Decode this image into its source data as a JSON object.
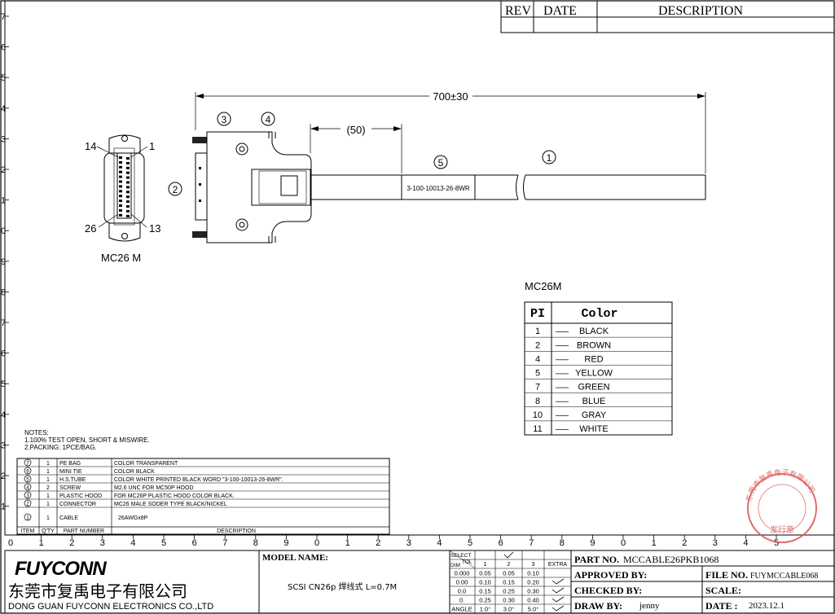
{
  "revision_block": {
    "rev": "REV",
    "date": "DATE",
    "description": "DESCRIPTION"
  },
  "border": {
    "left_ruler": [
      "7",
      "6",
      "5",
      "4",
      "3",
      "2",
      "1",
      "0",
      "9",
      "8",
      "7",
      "6",
      "5",
      "4",
      "3",
      "2",
      "1"
    ],
    "bottom_ruler": [
      "0",
      "1",
      "2",
      "3",
      "4",
      "5",
      "6",
      "7",
      "8",
      "9",
      "0",
      "1",
      "2",
      "3",
      "4",
      "5",
      "6",
      "7",
      "8",
      "9",
      "0",
      "1",
      "2",
      "3",
      "4",
      "5"
    ]
  },
  "connector_view": {
    "pin_top_left": "14",
    "pin_top_right": "1",
    "pin_bottom_left": "26",
    "pin_bottom_right": "13",
    "label": "MC26 M",
    "balloon": "2"
  },
  "cable_drawing": {
    "overall_length": "700±30",
    "strip_length": "(50)",
    "tube_print": "3-100-10013-26-8WR",
    "balloons": {
      "hood": "3",
      "screw": "4",
      "tube": "5",
      "cable": "1"
    }
  },
  "pin_table": {
    "title": "MC26M",
    "headers": [
      "PI",
      "Color"
    ],
    "rows": [
      {
        "pin": "1",
        "color": "BLACK"
      },
      {
        "pin": "2",
        "color": "BROWN"
      },
      {
        "pin": "4",
        "color": "RED"
      },
      {
        "pin": "5",
        "color": "YELLOW"
      },
      {
        "pin": "7",
        "color": "GREEN"
      },
      {
        "pin": "8",
        "color": "BLUE"
      },
      {
        "pin": "10",
        "color": "GRAY"
      },
      {
        "pin": "11",
        "color": "WHITE"
      }
    ]
  },
  "notes": {
    "title": "NOTES:",
    "lines": [
      "1.100% TEST OPEN, SHORT & MISWIRE.",
      "2.PACKING: 1PCE/BAG."
    ]
  },
  "bom": {
    "headers": {
      "item": "ITEM",
      "qty": "Q'TY",
      "part": "PART NUMBER",
      "desc": "DESCRIPTION"
    },
    "rows": [
      {
        "item": "7",
        "qty": "1",
        "part": "PE BAG",
        "desc": "COLOR TRANSPARENT"
      },
      {
        "item": "6",
        "qty": "1",
        "part": "MINI TIE",
        "desc": "COLOR BLACK"
      },
      {
        "item": "5",
        "qty": "1",
        "part": "H.S.TUBE",
        "desc": "COLOR WHITE PRINTED BLACK WORD \"3-100-10013-26-8WR\"."
      },
      {
        "item": "4",
        "qty": "2",
        "part": "SCREW",
        "desc": "M2.6 UNC FOR MC50P HOOD"
      },
      {
        "item": "3",
        "qty": "1",
        "part": "PLASTIC HOOD",
        "desc": "FOR MC26P PLASTIC HOOD COLOR BLACK."
      },
      {
        "item": "2",
        "qty": "1",
        "part": "CONNECTOR",
        "desc": "MC26 MALE SODER TYPE BLACK/NICKEL"
      },
      {
        "item": "1",
        "qty": "1",
        "part": "CABLE",
        "desc": "26AWGx8P"
      }
    ]
  },
  "stamp": {
    "ring_text": "东莞市复禹电子有限公司",
    "center_text": "发行章",
    "color": "#d9534f"
  },
  "title_block": {
    "logo": "FUYCONN",
    "company_cn": "东莞市复禹电子有限公司",
    "company_en": "DONG GUAN FUYCONN ELECTRONICS CO.,LTD",
    "model_label": "MODEL NAME:",
    "model_value": "SCSI  CN26p 焊线式     L=0.7M",
    "tol": {
      "select": "SELECT",
      "tol": "TOL",
      "dim": "DIM",
      "cols": [
        "1",
        "2",
        "3",
        "EXTRA"
      ],
      "rows": [
        {
          "dim": "0.000",
          "vals": [
            "0.05",
            "0.05",
            "0.10"
          ],
          "check": false
        },
        {
          "dim": "0.00",
          "vals": [
            "0.10",
            "0.15",
            "0.20"
          ],
          "check": true
        },
        {
          "dim": "0.0",
          "vals": [
            "0.15",
            "0.25",
            "0.30"
          ],
          "check": true
        },
        {
          "dim": "0.",
          "vals": [
            "0.25",
            "0.30",
            "0.40"
          ],
          "check": true
        },
        {
          "dim": "ANGLE",
          "vals": [
            "1.0°",
            "3.0°",
            "5.0°"
          ],
          "check": true
        }
      ]
    },
    "part_no_label": "PART NO.",
    "part_no": "MCCABLE26PKB1068",
    "approved_label": "APPROVED BY:",
    "file_no_label": "FILE NO.",
    "file_no": "FUYMCCABLE068",
    "checked_label": "CHECKED BY:",
    "scale_label": "SCALE:",
    "draw_label": "DRAW BY:",
    "draw_by": "jenny",
    "date_label": "DATE :",
    "date": "2023.12.1"
  }
}
